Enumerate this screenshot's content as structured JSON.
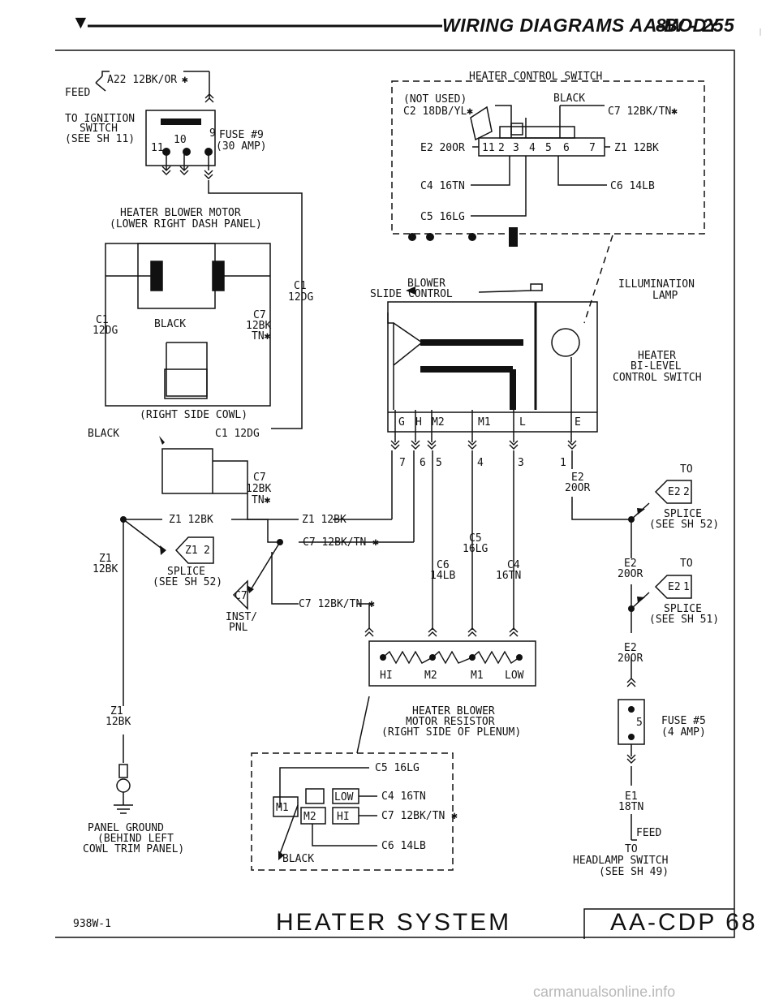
{
  "header": {
    "title": "WIRING DIAGRAMS AA-BODY",
    "page": "8W - 255"
  },
  "feed": {
    "wire": "A22 12BK/OR",
    "star": "✱",
    "feed": "FEED",
    "to_ignition": [
      "TO IGNITION",
      "SWITCH",
      "(SEE SH 11)"
    ],
    "pins": [
      "11",
      "10",
      "9"
    ],
    "fuse": [
      "FUSE #9",
      "(30 AMP)"
    ]
  },
  "blower_motor": {
    "title": [
      "HEATER BLOWER MOTOR",
      "(LOWER RIGHT DASH PANEL)"
    ],
    "c1_left": [
      "C1",
      "12DG"
    ],
    "c1_right": [
      "C1",
      "12DG"
    ],
    "black": "BLACK",
    "c7": [
      "C7",
      "12BK",
      "TN✱"
    ],
    "cowl": "(RIGHT SIDE COWL)"
  },
  "cowl_connector": {
    "black": "BLACK",
    "c1": "C1 12DG",
    "c7": [
      "C7",
      "12BK",
      "TN✱"
    ]
  },
  "z1_circuit": {
    "z1_a": "Z1 12BK",
    "z1_b": "Z1 12BK",
    "splice_tag": "Z1",
    "splice_num": "2",
    "splice": [
      "SPLICE",
      "(SEE SH 52)"
    ],
    "z1_left": [
      "Z1",
      "12BK"
    ],
    "c7_tag": "C7",
    "inst": [
      "INST/",
      "PNL"
    ],
    "c7_wire_a": "C7 12BK/TN ✱",
    "c7_wire_b": "C7 12BK/TN ✱",
    "z1_lower": [
      "Z1",
      "12BK"
    ],
    "ground": [
      "PANEL GROUND",
      "(BEHIND LEFT",
      "COWL TRIM PANEL)"
    ]
  },
  "heater_switch": {
    "title": "HEATER CONTROL SWITCH",
    "not_used": "(NOT USED)",
    "c2": "C2 18DB/YL✱",
    "black": "BLACK",
    "c7": "C7 12BK/TN✱",
    "e2": "E2 20OR",
    "z1": "Z1 12BK",
    "c4": "C4 16TN",
    "c6": "C6 14LB",
    "c5": "C5 16LG",
    "pins": [
      "11",
      "2",
      "3",
      "4",
      "5",
      "6",
      "7"
    ]
  },
  "slide_control": {
    "blower": [
      "BLOWER",
      "SLIDE CONTROL"
    ],
    "illumination": [
      "ILLUMINATION",
      "LAMP"
    ],
    "bilevel": [
      "HEATER",
      "BI-LEVEL",
      "CONTROL SWITCH"
    ],
    "terminals": [
      "G",
      "H",
      "M2",
      "M1",
      "L",
      "E"
    ],
    "pins": [
      "7",
      "6",
      "5",
      "4",
      "3",
      "1"
    ]
  },
  "resistor": {
    "c5": [
      "C5",
      "16LG"
    ],
    "c6": [
      "C6",
      "14LB"
    ],
    "c4": [
      "C4",
      "16TN"
    ],
    "labels": [
      "HI",
      "M2",
      "M1",
      "LOW"
    ],
    "title": [
      "HEATER BLOWER",
      "MOTOR RESISTOR",
      "(RIGHT SIDE OF PLENUM)"
    ]
  },
  "lower_connector": {
    "c5": "C5 16LG",
    "c4": "C4 16TN",
    "c7": "C7 12BK/TN ✱",
    "c6": "C6 14LB",
    "black": "BLACK",
    "cells": [
      "M1",
      "M2",
      "HI",
      "LOW"
    ]
  },
  "right_side": {
    "to1": "TO",
    "e2_a": [
      "E2",
      "20OR"
    ],
    "tag1": "E2",
    "num1": "2",
    "splice1": [
      "SPLICE",
      "(SEE SH 52)"
    ],
    "to2": "TO",
    "e2_b": [
      "E2",
      "20OR"
    ],
    "tag2": "E2",
    "num2": "1",
    "splice2": [
      "SPLICE",
      "(SEE SH 51)"
    ],
    "e2_c": [
      "E2",
      "20OR"
    ],
    "fuse_pin": "5",
    "fuse": [
      "FUSE #5",
      "(4 AMP)"
    ],
    "e1": [
      "E1",
      "18TN"
    ],
    "feed": "FEED",
    "to_headlamp": [
      "TO",
      "HEADLAMP SWITCH",
      "(SEE SH 49)"
    ]
  },
  "footer": {
    "code": "938W-1",
    "title": "HEATER SYSTEM",
    "id": "AA-CDP 68"
  },
  "watermark": "carmanualsonline.info"
}
